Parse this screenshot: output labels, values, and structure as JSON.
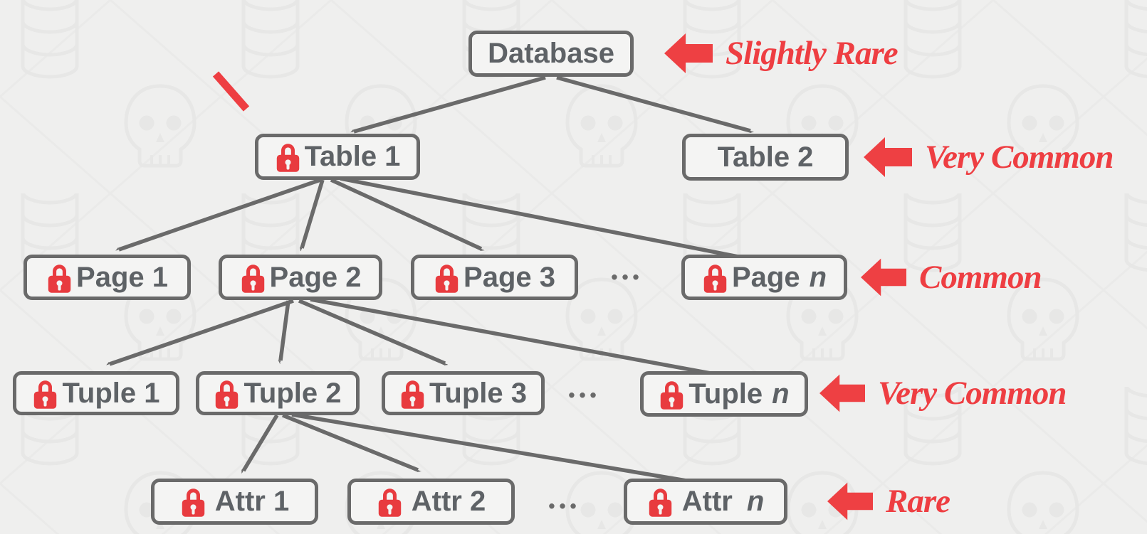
{
  "diagram": {
    "title_semantic": "database-lock-granularity-hierarchy",
    "nodes": {
      "database": {
        "label": "Database",
        "locked": false
      },
      "table1": {
        "label": "Table 1",
        "locked": true
      },
      "table2": {
        "label": "Table 2",
        "locked": false
      },
      "page1": {
        "label": "Page 1",
        "locked": true
      },
      "page2": {
        "label": "Page 2",
        "locked": true
      },
      "page3": {
        "label": "Page 3",
        "locked": true
      },
      "page_n": {
        "label": "Page",
        "suffix": "n",
        "locked": true
      },
      "tuple1": {
        "label": "Tuple 1",
        "locked": true
      },
      "tuple2": {
        "label": "Tuple 2",
        "locked": true
      },
      "tuple3": {
        "label": "Tuple 3",
        "locked": true
      },
      "tuple_n": {
        "label": "Tuple",
        "suffix": "n",
        "locked": true
      },
      "attr1": {
        "label": "Attr 1",
        "locked": true
      },
      "attr2": {
        "label": "Attr 2",
        "locked": true
      },
      "attr_n": {
        "label": "Attr",
        "suffix": "n",
        "locked": true
      }
    },
    "ellipsis": "•••",
    "annotations": {
      "database_level": {
        "label": "Slightly Rare"
      },
      "table_level": {
        "label": "Very Common"
      },
      "page_level": {
        "label": "Common"
      },
      "tuple_level": {
        "label": "Very Common"
      },
      "attr_level": {
        "label": "Rare"
      }
    },
    "icons": {
      "lock": "red-padlock-icon",
      "callout_arrow": "left-pointing-fat-arrow-icon",
      "pointer": "diagonal-red-arrow-icon",
      "watermark": "skulls-databases-diamonds-wallpaper"
    },
    "colors": {
      "background": "#efefee",
      "node_fill": "#f4f4f3",
      "node_border": "#6a6a6a",
      "node_text": "#5e6266",
      "edge": "#6a6a6a",
      "lock_red": "#e83b3f",
      "annotation_red": "#ee3e42",
      "watermark": "#e7e7e6"
    }
  }
}
